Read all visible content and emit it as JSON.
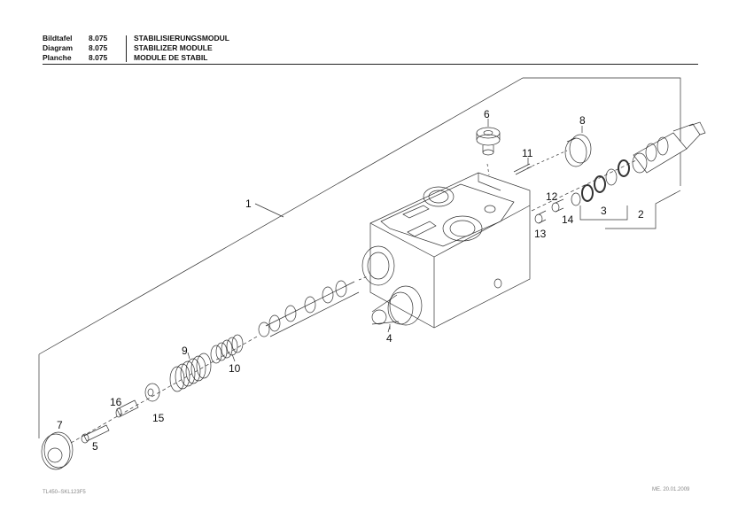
{
  "header": {
    "rows": [
      {
        "label": "Bildtafel",
        "number": "8.075",
        "title": "STABILISIERUNGSMODUL"
      },
      {
        "label": "Diagram",
        "number": "8.075",
        "title": "STABILIZER MODULE"
      },
      {
        "label": "Planche",
        "number": "8.075",
        "title": "MODULE DE STABIL"
      }
    ]
  },
  "callouts": [
    "1",
    "2",
    "3",
    "4",
    "5",
    "6",
    "7",
    "8",
    "9",
    "10",
    "11",
    "12",
    "13",
    "14",
    "15",
    "16"
  ],
  "footer": {
    "left": "TL450–SKL123F5",
    "right": "ME. 20.01.2009"
  }
}
